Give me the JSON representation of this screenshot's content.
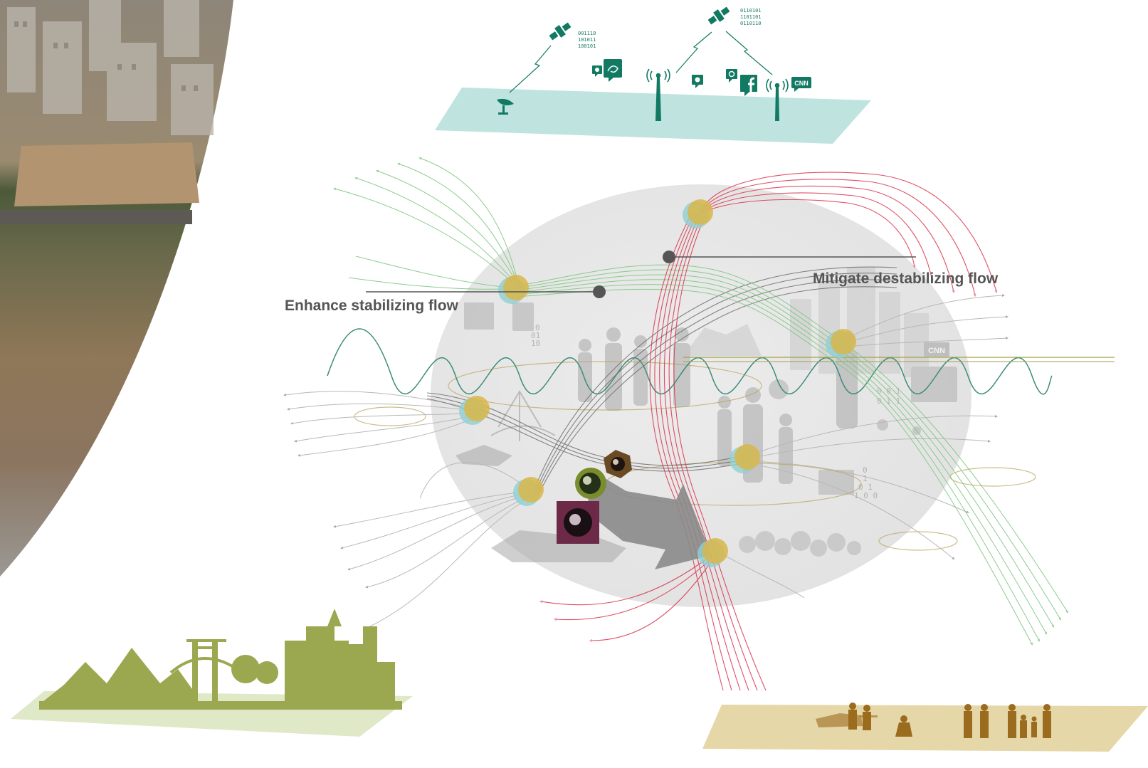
{
  "labels": {
    "enhance": "Enhance stabilizing flow",
    "mitigate": "Mitigate destabilizing flow"
  },
  "media_layer": {
    "binary_left": [
      "001110",
      "101011",
      "100101"
    ],
    "binary_right": [
      "0110101",
      "1101101",
      "0110110"
    ],
    "cnn_logo": "CNN",
    "icons": [
      "satellite-icon",
      "satellite-dish-icon",
      "radio-tower-icon",
      "twitter-icon",
      "facebook-icon",
      "weibo-icon",
      "aljazeera-icon",
      "cnn-icon"
    ]
  },
  "sphere": {
    "binary_a": [
      "0",
      "01",
      "10"
    ],
    "binary_b": [
      "0 0 1",
      "0 1 1"
    ],
    "binary_c": [
      "0",
      "1",
      "0 1",
      "1 0 0"
    ],
    "cnn_logo": "CNN"
  },
  "colors": {
    "stabilizing": "#5fb86a",
    "destabilizing": "#d9334a",
    "neutral": "#777777",
    "media_plane": "#bfe3df",
    "environment_plane": "#dfe8c7",
    "environment_silhouette": "#9ba84f",
    "social_plane": "#e6d7a8",
    "social_silhouette": "#9b6b1e",
    "node_fill": "#d9b64a",
    "sphere": "#e8e8e8"
  }
}
